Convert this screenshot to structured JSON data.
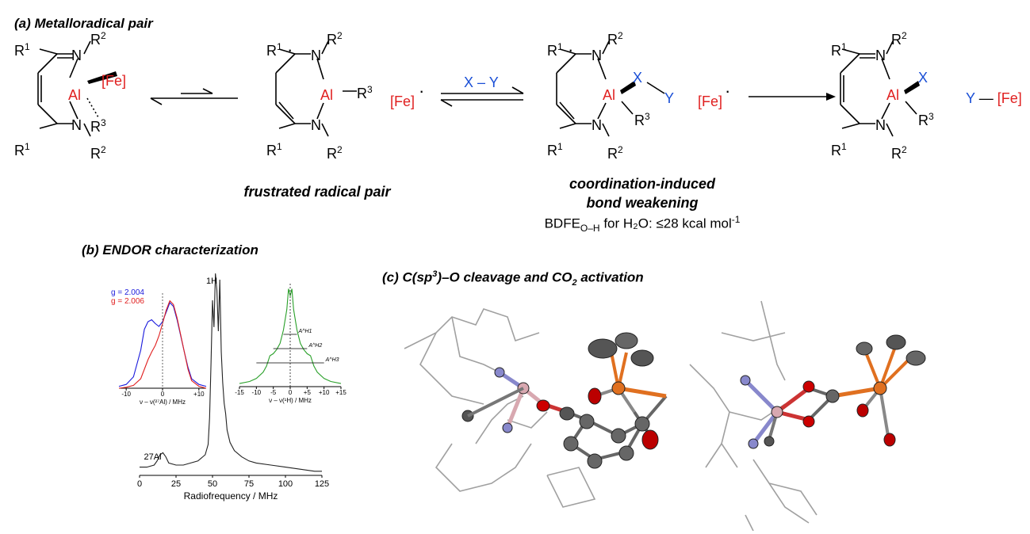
{
  "panels": {
    "a": {
      "title": "(a) Metalloradical pair"
    },
    "b": {
      "title": "(b) ENDOR characterization"
    },
    "c": {
      "title_pre": "(c) C(sp",
      "title_sup": "3",
      "title_mid": ")–O cleavage and CO",
      "title_sub": "2",
      "title_post": " activation"
    }
  },
  "labels": {
    "R1": "R",
    "R2": "R",
    "R3": "R",
    "s1": "1",
    "s2": "2",
    "s3": "3",
    "N": "N",
    "Al": "Al",
    "Fe": "[Fe]",
    "dot": "·",
    "X": "X",
    "Y": "Y",
    "XY": "X – Y",
    "Y_Fe": "Y — [Fe]"
  },
  "captions": {
    "frustrated": "frustrated radical pair",
    "coord1": "coordination-induced",
    "coord2": "bond weakening",
    "bdfe_pre": "BDFE",
    "bdfe_sub": "O–H",
    "bdfe_post": " for H₂O: ≤28 kcal mol",
    "bdfe_sup": "-1"
  },
  "chart_data": [
    {
      "type": "line",
      "title": "",
      "xlabel": "Radiofrequency / MHz",
      "ylabel": "",
      "xlim": [
        0,
        125
      ],
      "xticks": [
        0,
        25,
        50,
        75,
        100,
        125
      ],
      "annotations": [
        "1H",
        "27Al"
      ],
      "series": [
        {
          "x": [
            0,
            5,
            10,
            12,
            14,
            16,
            18,
            20,
            25,
            30,
            35,
            40,
            45,
            47,
            48,
            49,
            50,
            51,
            52,
            53,
            54,
            55,
            56,
            57,
            58,
            59,
            60,
            62,
            65,
            70,
            75,
            80,
            90,
            100,
            110,
            120,
            125
          ],
          "values": [
            0.04,
            0.04,
            0.05,
            0.07,
            0.1,
            0.11,
            0.09,
            0.06,
            0.05,
            0.05,
            0.06,
            0.07,
            0.1,
            0.15,
            0.28,
            0.55,
            0.85,
            0.72,
            0.98,
            0.9,
            0.7,
            0.95,
            0.6,
            0.45,
            0.35,
            0.3,
            0.22,
            0.16,
            0.12,
            0.09,
            0.07,
            0.06,
            0.05,
            0.04,
            0.03,
            0.02,
            0.02
          ]
        }
      ]
    },
    {
      "type": "line",
      "title": "",
      "xlabel": "ν – ν(²⁷Al) / MHz",
      "xlim": [
        -12,
        12
      ],
      "xticks": [
        -10,
        0,
        10
      ],
      "xticklabels": [
        "-10",
        "0",
        "+10"
      ],
      "series": [
        {
          "name": "g = 2.004",
          "color": "#1a1adc",
          "x": [
            -12,
            -10,
            -8,
            -6,
            -5,
            -4,
            -3,
            -2,
            -1,
            0,
            1,
            2,
            3,
            4,
            5,
            6,
            7,
            8,
            10,
            12
          ],
          "values": [
            0.02,
            0.04,
            0.12,
            0.4,
            0.62,
            0.7,
            0.72,
            0.68,
            0.65,
            0.7,
            0.8,
            0.9,
            0.86,
            0.72,
            0.55,
            0.38,
            0.22,
            0.1,
            0.04,
            0.02
          ]
        },
        {
          "name": "g = 2.006",
          "color": "#e02020",
          "x": [
            -12,
            -10,
            -8,
            -6,
            -5,
            -4,
            -3,
            -2,
            -1,
            0,
            1,
            2,
            3,
            4,
            5,
            6,
            7,
            8,
            10,
            12
          ],
          "values": [
            0.0,
            0.01,
            0.03,
            0.1,
            0.2,
            0.3,
            0.38,
            0.45,
            0.55,
            0.68,
            0.82,
            0.92,
            0.88,
            0.74,
            0.56,
            0.38,
            0.2,
            0.08,
            0.02,
            0.0
          ]
        }
      ]
    },
    {
      "type": "line",
      "title": "",
      "xlabel": "ν – ν(¹H) / MHz",
      "xlim": [
        -15,
        15
      ],
      "xticks": [
        -15,
        -10,
        -5,
        0,
        5,
        10,
        15
      ],
      "xticklabels": [
        "-15",
        "-10",
        "-5",
        "0",
        "+5",
        "+10",
        "+15"
      ],
      "annotations": [
        "A^H1",
        "A^H2",
        "A^H3"
      ],
      "series": [
        {
          "name": "",
          "color": "#2aa02a",
          "x": [
            -15,
            -12,
            -10,
            -8,
            -7,
            -6,
            -5,
            -4,
            -3,
            -2,
            -1,
            -0.5,
            0,
            0.5,
            1,
            2,
            3,
            4,
            5,
            6,
            7,
            8,
            10,
            12,
            15
          ],
          "values": [
            0.03,
            0.05,
            0.08,
            0.14,
            0.2,
            0.3,
            0.32,
            0.36,
            0.42,
            0.55,
            0.75,
            0.95,
            0.88,
            0.95,
            0.75,
            0.55,
            0.42,
            0.36,
            0.32,
            0.3,
            0.2,
            0.14,
            0.08,
            0.05,
            0.03
          ]
        }
      ]
    }
  ]
}
